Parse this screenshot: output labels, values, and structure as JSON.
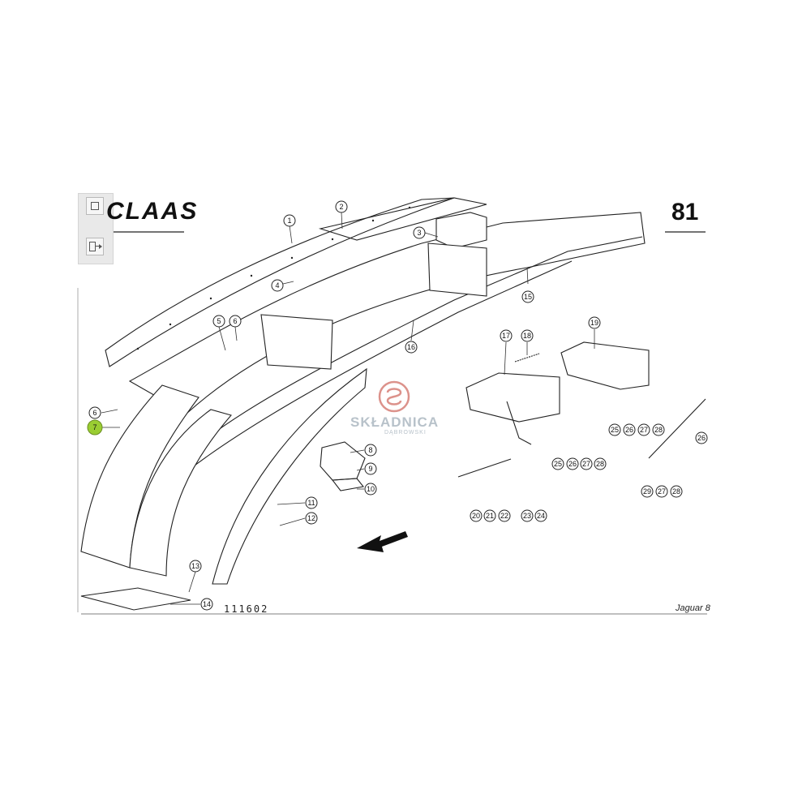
{
  "header": {
    "logo": "CLAAS",
    "page_number": "81"
  },
  "footer": {
    "drawing_number": "111602",
    "model": "Jaguar 8"
  },
  "watermark": {
    "title": "SKŁADNICA",
    "subtitle": "DĄBROWSKI",
    "color": "#c0392b"
  },
  "toolbar": {
    "icons": [
      "fit-page-icon",
      "export-icon"
    ]
  },
  "highlight_color": "#9acd32",
  "callouts": [
    "1",
    "2",
    "3",
    "4",
    "5",
    "6",
    "6",
    "7",
    "8",
    "9",
    "10",
    "11",
    "12",
    "13",
    "14",
    "15",
    "16",
    "17",
    "18",
    "19",
    "20",
    "21",
    "22",
    "23",
    "24",
    "25",
    "25",
    "26",
    "26",
    "26",
    "27",
    "27",
    "27",
    "28",
    "28",
    "28",
    "29"
  ]
}
